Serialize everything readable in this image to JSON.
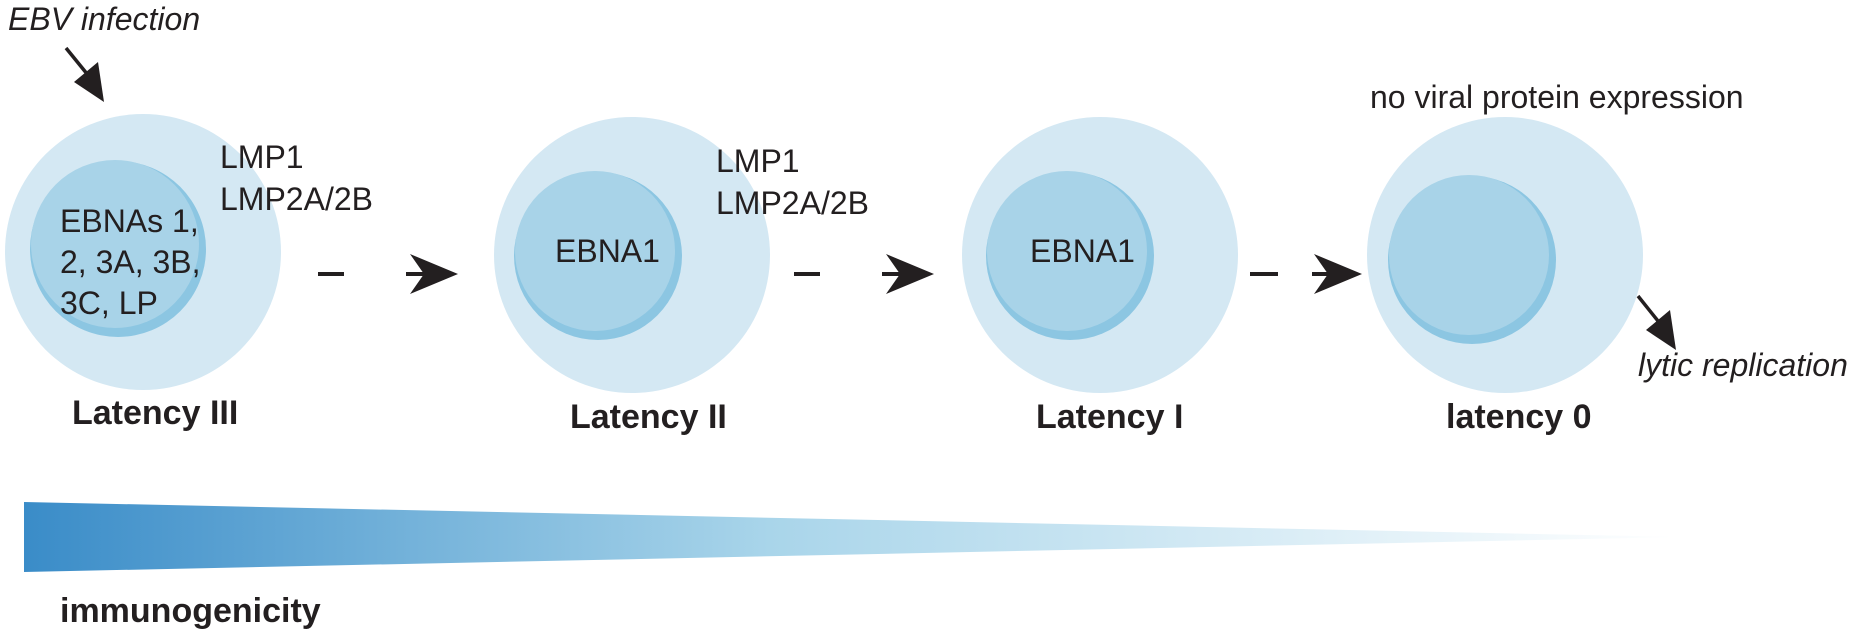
{
  "infection_label": "EBV infection",
  "lytic_label": "lytic replication",
  "no_expression_label": "no viral protein expression",
  "immunogenicity_label": "immunogenicity",
  "colors": {
    "cell_outer": "#d4e8f3",
    "cell_inner": "#a8d3e8",
    "nucleus_rim": "#8cc6e2",
    "text": "#231f20",
    "gradient_start": "#3a8cc8",
    "gradient_end": "#ffffff"
  },
  "stages": [
    {
      "name": "Latency III",
      "nucleus_text": [
        "EBNAs 1,",
        "2, 3A, 3B,",
        "3C, LP"
      ],
      "membrane_text": [
        "LMP1",
        "LMP2A/2B"
      ]
    },
    {
      "name": "Latency II",
      "nucleus_text": [
        "EBNA1"
      ],
      "membrane_text": [
        "LMP1",
        "LMP2A/2B"
      ]
    },
    {
      "name": "Latency I",
      "nucleus_text": [
        "EBNA1"
      ],
      "membrane_text": []
    },
    {
      "name": "latency 0",
      "nucleus_text": [],
      "membrane_text": []
    }
  ]
}
